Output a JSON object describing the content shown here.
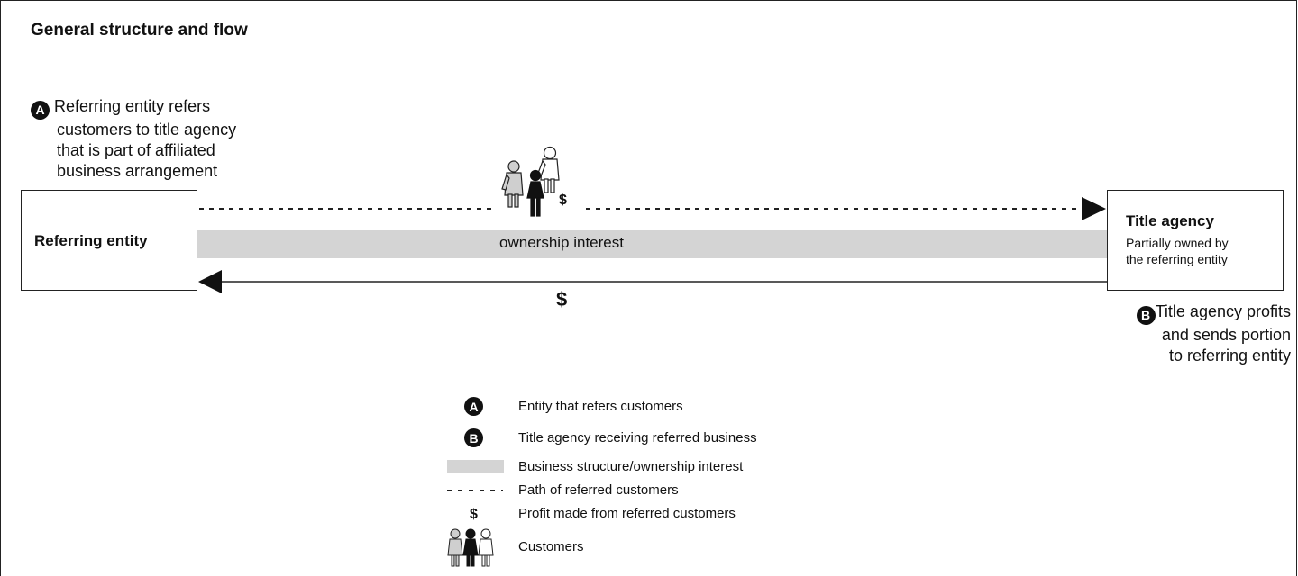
{
  "title": "General structure and flow",
  "note_a": {
    "badge": "A",
    "lines": [
      "Referring entity refers",
      "customers to title agency",
      "that is part of affiliated",
      "business arrangement"
    ]
  },
  "note_b": {
    "badge": "B",
    "lines": [
      "Title agency profits",
      "and sends portion",
      "to referring entity"
    ]
  },
  "referring_entity": {
    "label": "Referring entity"
  },
  "title_agency": {
    "label": "Title agency",
    "sub_lines": [
      "Partially owned by",
      "the referring entity"
    ]
  },
  "ownership_label": "ownership interest",
  "flow_dollar_top": "$",
  "flow_dollar_bottom": "$",
  "legend": {
    "a_badge": "A",
    "a_text": "Entity that refers customers",
    "b_badge": "B",
    "b_text": "Title agency receiving referred business",
    "bar_text": "Business structure/ownership interest",
    "dash_text": "Path of referred customers",
    "dollar_symbol": "$",
    "dollar_text": "Profit made from referred customers",
    "customers_text": "Customers"
  },
  "colors": {
    "ownership_bar": "#d4d4d4",
    "badge": "#111111",
    "line": "#222222"
  },
  "icons": [
    "customer-group-icon",
    "arrow-right-icon",
    "arrow-left-icon"
  ]
}
